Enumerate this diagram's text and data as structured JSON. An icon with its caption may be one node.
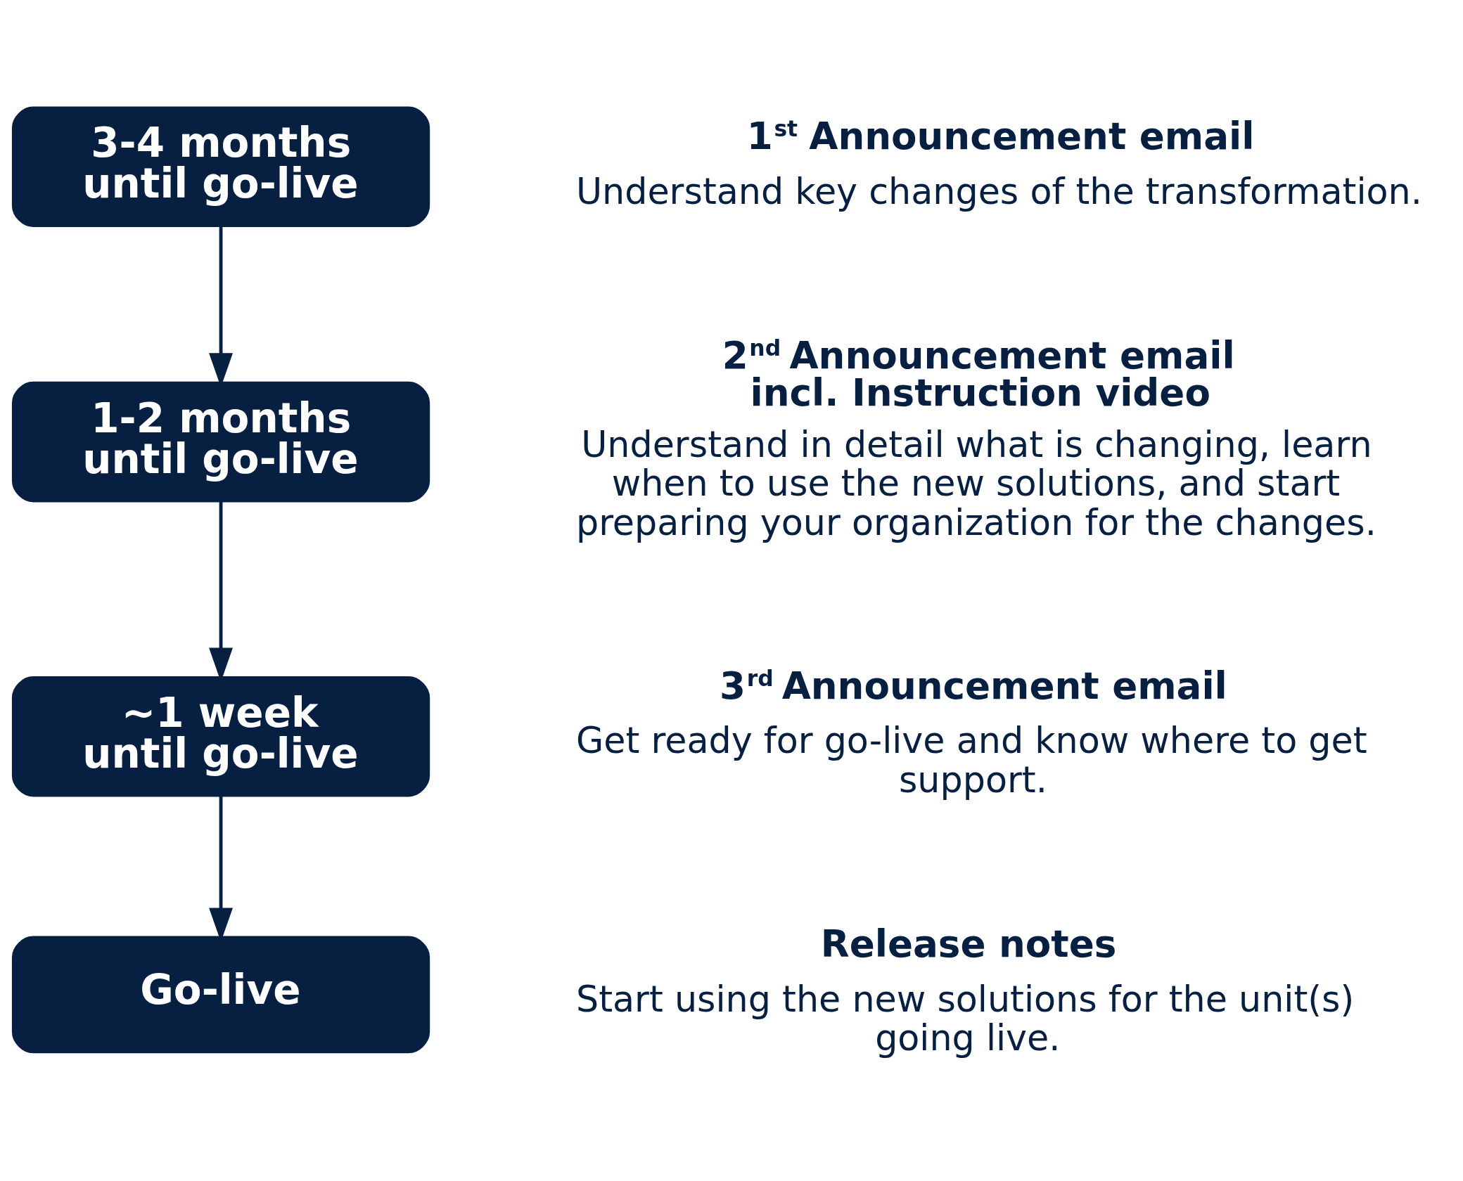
{
  "diagram": {
    "nodes": [
      {
        "text": [
          "3-4 months until go-live"
        ],
        "beside": [
          "1$^{st}$ Announcement email",
          "Understand key changes of the transformation."
        ]
      },
      {
        "text": [
          "1-2 months until go-live"
        ],
        "beside": [
          "2$^{nd}$ Announcement email incl. Instruction video",
          "Understand in detail what is changing, learn when to use the new solutions, and start preparing your organization for the changes."
        ]
      },
      {
        "text": [
          "~1 week until go-live"
        ],
        "beside": [
          "3$^{rd}$ Announcement email",
          "Get ready for go-live and know where to get support."
        ]
      },
      {
        "text": [
          "Go-live"
        ],
        "beside": [
          "Release notes",
          "Start using the new solutions for the unit(s) going live."
        ]
      }
    ],
    "edges": [
      {
        "from": 0,
        "to": 1,
        "arrow": "to"
      },
      {
        "from": 1,
        "to": 2,
        "arrow": "to"
      },
      {
        "from": 2,
        "to": 3,
        "arrow": "to"
      }
    ]
  }
}
